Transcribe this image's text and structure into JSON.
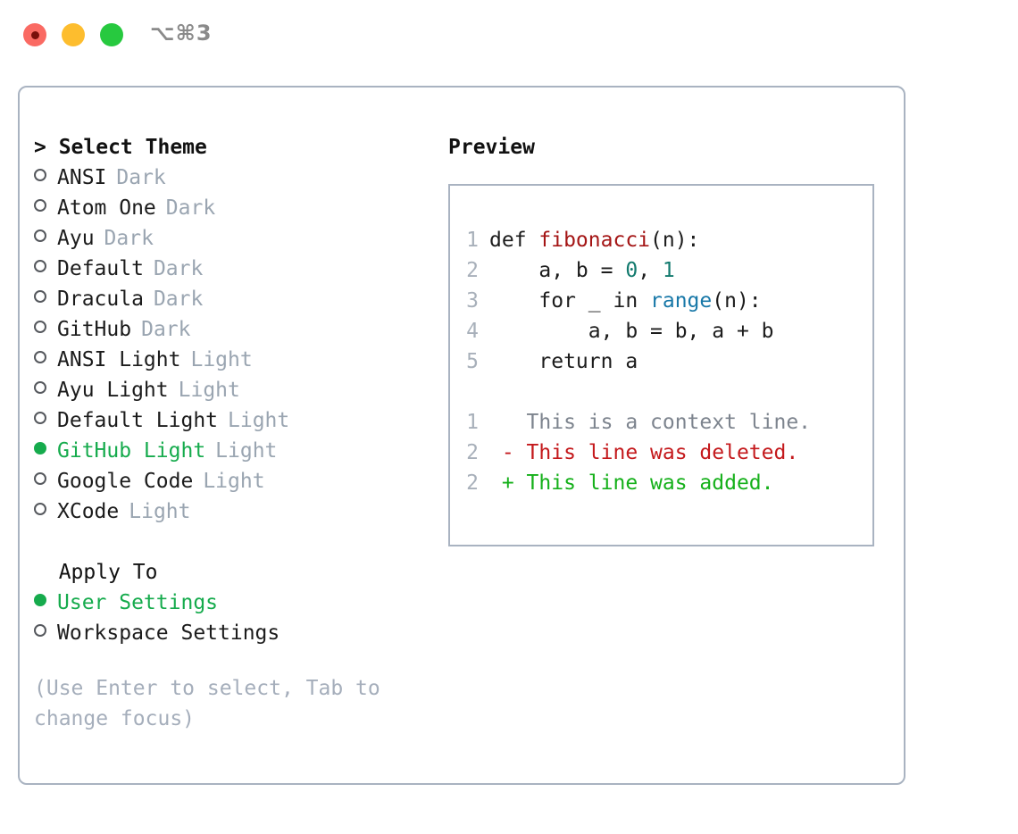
{
  "titlebar": {
    "shortcut": "⌥⌘3",
    "lights": [
      "close-record",
      "minimize",
      "maximize"
    ]
  },
  "theme_section": {
    "heading": "> Select Theme",
    "items": [
      {
        "label": "ANSI",
        "badge": "Dark",
        "selected": false
      },
      {
        "label": "Atom One",
        "badge": "Dark",
        "selected": false
      },
      {
        "label": "Ayu",
        "badge": "Dark",
        "selected": false
      },
      {
        "label": "Default",
        "badge": "Dark",
        "selected": false
      },
      {
        "label": "Dracula",
        "badge": "Dark",
        "selected": false
      },
      {
        "label": "GitHub",
        "badge": "Dark",
        "selected": false
      },
      {
        "label": "ANSI Light",
        "badge": "Light",
        "selected": false
      },
      {
        "label": "Ayu Light",
        "badge": "Light",
        "selected": false
      },
      {
        "label": "Default Light",
        "badge": "Light",
        "selected": false
      },
      {
        "label": "GitHub Light",
        "badge": "Light",
        "selected": true
      },
      {
        "label": "Google Code",
        "badge": "Light",
        "selected": false
      },
      {
        "label": "XCode",
        "badge": "Light",
        "selected": false
      }
    ]
  },
  "apply_section": {
    "heading": "  Apply To",
    "items": [
      {
        "label": "User Settings",
        "selected": true
      },
      {
        "label": "Workspace Settings",
        "selected": false
      }
    ]
  },
  "hint": "(Use Enter to select, Tab to change focus)",
  "preview": {
    "title": "Preview",
    "code_lines": [
      {
        "num": "1",
        "parts": [
          {
            "t": "def ",
            "c": "plain"
          },
          {
            "t": "fibonacci",
            "c": "fn"
          },
          {
            "t": "(n):",
            "c": "plain"
          }
        ]
      },
      {
        "num": "2",
        "parts": [
          {
            "t": "    a, b = ",
            "c": "plain"
          },
          {
            "t": "0",
            "c": "num"
          },
          {
            "t": ", ",
            "c": "plain"
          },
          {
            "t": "1",
            "c": "num"
          }
        ]
      },
      {
        "num": "3",
        "parts": [
          {
            "t": "    for _ in ",
            "c": "plain"
          },
          {
            "t": "range",
            "c": "call"
          },
          {
            "t": "(n):",
            "c": "plain"
          }
        ]
      },
      {
        "num": "4",
        "parts": [
          {
            "t": "        a, b = b, a + b",
            "c": "plain"
          }
        ]
      },
      {
        "num": "5",
        "parts": [
          {
            "t": "    return a",
            "c": "plain"
          }
        ]
      }
    ],
    "diff_lines": [
      {
        "num": "1",
        "text": "   This is a context line.",
        "kind": "ctx"
      },
      {
        "num": "2",
        "text": " - This line was deleted.",
        "kind": "del"
      },
      {
        "num": "2",
        "text": " + This line was added.",
        "kind": "add"
      }
    ]
  },
  "colors": {
    "accent_green": "#16ab4d",
    "border": "#a9b3c1",
    "badge_gray": "#9aa5b1",
    "hint_gray": "#a5aebb",
    "gutter_gray": "#a8b0ba",
    "diff_delete": "#c4191c",
    "diff_add": "#15b01a",
    "syntax_function": "#a41515",
    "syntax_call": "#1878a8",
    "syntax_number": "#137a6e"
  }
}
